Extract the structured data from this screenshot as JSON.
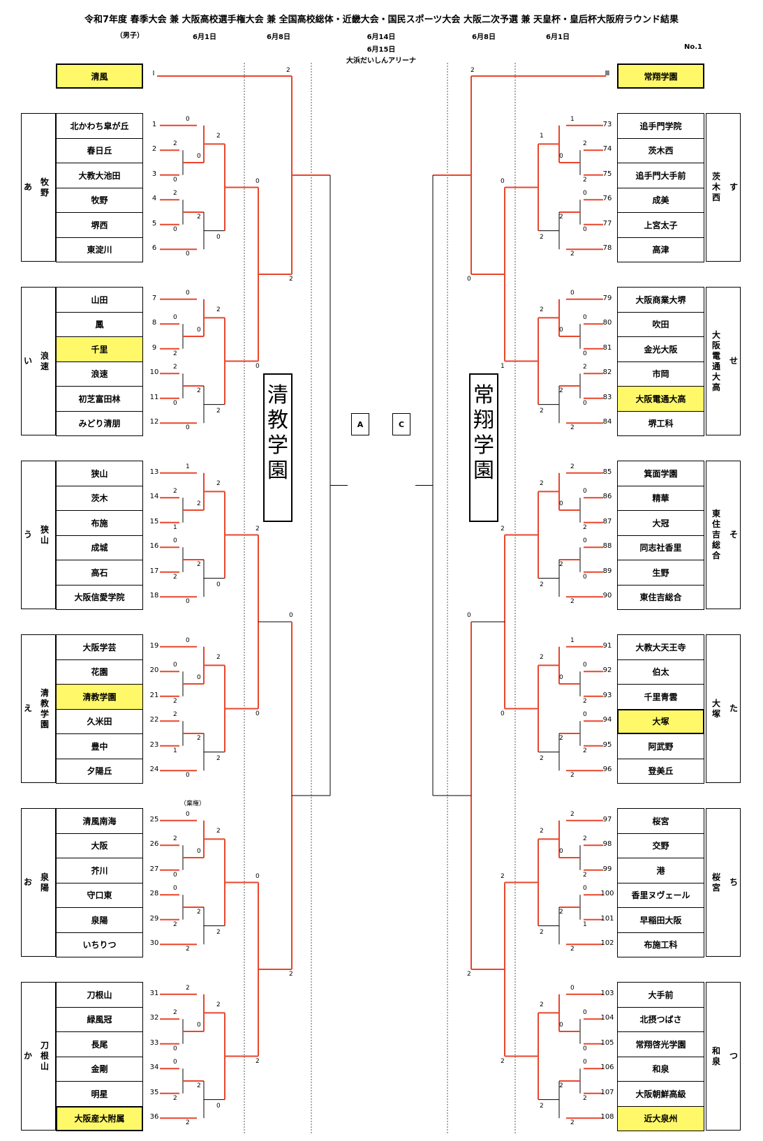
{
  "title": "令和7年度 春季大会 兼 大阪高校選手権大会 兼 全国高校総体・近畿大会・国民スポーツ大会 大阪二次予選 兼 天皇杯・皇后杯大阪府ラウンド結果",
  "division": "（男子）",
  "page_no": "No.1",
  "dates": {
    "left_r1": "6月1日",
    "left_r2": "6月8日",
    "center1": "6月14日",
    "center2": "6月15日",
    "venue": "大浜だいしんアリーナ",
    "right_r2": "6月8日",
    "right_r1": "6月1日"
  },
  "seed_left": {
    "name": "清風",
    "mark": "Ⅰ",
    "final_score": "2"
  },
  "seed_right": {
    "name": "常翔学園",
    "mark": "Ⅲ",
    "final_score": "2"
  },
  "block_winner_left": "清教学園",
  "block_winner_right": "常翔学園",
  "center_boxes": [
    "A",
    "C"
  ],
  "left_groups": [
    {
      "kana": "あ",
      "name": "牧野",
      "teams": [
        {
          "no": "1",
          "name": "北かわち皐が丘"
        },
        {
          "no": "2",
          "name": "春日丘"
        },
        {
          "no": "3",
          "name": "大教大池田"
        },
        {
          "no": "4",
          "name": "牧野"
        },
        {
          "no": "5",
          "name": "堺西"
        },
        {
          "no": "6",
          "name": "東淀川"
        }
      ]
    },
    {
      "kana": "い",
      "name": "浪速",
      "teams": [
        {
          "no": "7",
          "name": "山田"
        },
        {
          "no": "8",
          "name": "鳳"
        },
        {
          "no": "9",
          "name": "千里",
          "hl": true
        },
        {
          "no": "10",
          "name": "浪速"
        },
        {
          "no": "11",
          "name": "初芝富田林"
        },
        {
          "no": "12",
          "name": "みどり清朋"
        }
      ]
    },
    {
      "kana": "う",
      "name": "狭山",
      "teams": [
        {
          "no": "13",
          "name": "狭山"
        },
        {
          "no": "14",
          "name": "茨木"
        },
        {
          "no": "15",
          "name": "布施"
        },
        {
          "no": "16",
          "name": "成城"
        },
        {
          "no": "17",
          "name": "高石"
        },
        {
          "no": "18",
          "name": "大阪信愛学院"
        }
      ]
    },
    {
      "kana": "え",
      "name": "清教学園",
      "teams": [
        {
          "no": "19",
          "name": "大阪学芸"
        },
        {
          "no": "20",
          "name": "花園"
        },
        {
          "no": "21",
          "name": "清教学園",
          "hl": true
        },
        {
          "no": "22",
          "name": "久米田"
        },
        {
          "no": "23",
          "name": "豊中"
        },
        {
          "no": "24",
          "name": "夕陽丘"
        }
      ]
    },
    {
      "kana": "お",
      "name": "泉陽",
      "teams": [
        {
          "no": "25",
          "name": "清風南海"
        },
        {
          "no": "26",
          "name": "大阪"
        },
        {
          "no": "27",
          "name": "芥川"
        },
        {
          "no": "28",
          "name": "守口東"
        },
        {
          "no": "29",
          "name": "泉陽"
        },
        {
          "no": "30",
          "name": "いちりつ"
        }
      ]
    },
    {
      "kana": "か",
      "name": "刀根山",
      "teams": [
        {
          "no": "31",
          "name": "刀根山"
        },
        {
          "no": "32",
          "name": "緑風冠"
        },
        {
          "no": "33",
          "name": "長尾"
        },
        {
          "no": "34",
          "name": "金剛"
        },
        {
          "no": "35",
          "name": "明星"
        },
        {
          "no": "36",
          "name": "大阪産大附属",
          "hl": true,
          "bold": true
        }
      ]
    }
  ],
  "right_groups": [
    {
      "kana": "す",
      "name": "茨木西",
      "teams": [
        {
          "no": "73",
          "name": "追手門学院"
        },
        {
          "no": "74",
          "name": "茨木西"
        },
        {
          "no": "75",
          "name": "追手門大手前"
        },
        {
          "no": "76",
          "name": "成美"
        },
        {
          "no": "77",
          "name": "上宮太子"
        },
        {
          "no": "78",
          "name": "高津"
        }
      ]
    },
    {
      "kana": "せ",
      "name": "大阪電通大高",
      "teams": [
        {
          "no": "79",
          "name": "大阪商業大堺"
        },
        {
          "no": "80",
          "name": "吹田"
        },
        {
          "no": "81",
          "name": "金光大阪"
        },
        {
          "no": "82",
          "name": "市岡"
        },
        {
          "no": "83",
          "name": "大阪電通大高",
          "hl": true
        },
        {
          "no": "84",
          "name": "堺工科"
        }
      ]
    },
    {
      "kana": "そ",
      "name": "東住吉総合",
      "teams": [
        {
          "no": "85",
          "name": "箕面学園"
        },
        {
          "no": "86",
          "name": "精華"
        },
        {
          "no": "87",
          "name": "大冠"
        },
        {
          "no": "88",
          "name": "同志社香里"
        },
        {
          "no": "89",
          "name": "生野"
        },
        {
          "no": "90",
          "name": "東住吉総合"
        }
      ]
    },
    {
      "kana": "た",
      "name": "大塚",
      "teams": [
        {
          "no": "91",
          "name": "大教大天王寺"
        },
        {
          "no": "92",
          "name": "伯太"
        },
        {
          "no": "93",
          "name": "千里青雲"
        },
        {
          "no": "94",
          "name": "大塚",
          "hl": true,
          "bold": true
        },
        {
          "no": "95",
          "name": "阿武野"
        },
        {
          "no": "96",
          "name": "登美丘"
        }
      ]
    },
    {
      "kana": "ち",
      "name": "桜宮",
      "teams": [
        {
          "no": "97",
          "name": "桜宮"
        },
        {
          "no": "98",
          "name": "交野"
        },
        {
          "no": "99",
          "name": "港"
        },
        {
          "no": "100",
          "name": "香里ヌヴェール"
        },
        {
          "no": "101",
          "name": "早稲田大阪"
        },
        {
          "no": "102",
          "name": "布施工科"
        }
      ]
    },
    {
      "kana": "つ",
      "name": "和泉",
      "teams": [
        {
          "no": "103",
          "name": "大手前"
        },
        {
          "no": "104",
          "name": "北摂つばさ"
        },
        {
          "no": "105",
          "name": "常翔啓光学園"
        },
        {
          "no": "106",
          "name": "和泉"
        },
        {
          "no": "107",
          "name": "大阪朝鮮高級"
        },
        {
          "no": "108",
          "name": "近大泉州",
          "hl": true
        }
      ]
    }
  ],
  "forfeit_note": "（棄権）",
  "group_scores_left": [
    [
      "0",
      "2",
      "0",
      "2",
      "0",
      "0",
      "0",
      "2",
      "2",
      "0",
      "2",
      "0",
      "2"
    ],
    [
      "0",
      "0",
      "2",
      "2",
      "0",
      "0",
      "0",
      "2",
      "2",
      "2",
      "0",
      "2",
      "0"
    ],
    [
      "1",
      "2",
      "1",
      "0",
      "2",
      "0",
      "2",
      "2",
      "2",
      "0",
      "1",
      "0",
      "0"
    ],
    [
      "0",
      "0",
      "2",
      "2",
      "1",
      "0",
      "0",
      "2",
      "2",
      "2",
      "0",
      "2",
      "0"
    ],
    [
      "0",
      "2",
      "0",
      "0",
      "2",
      "2",
      "0",
      "2",
      "2",
      "2",
      "0",
      "2",
      "0"
    ],
    [
      "2",
      "2",
      "0",
      "0",
      "2",
      "2",
      "0",
      "2",
      "2",
      "0",
      "0",
      "0",
      "2"
    ]
  ],
  "group_scores_right": [
    [
      "1",
      "2",
      "2",
      "0",
      "0",
      "2",
      "0",
      "2",
      "1",
      "2",
      "0",
      "2",
      "0"
    ],
    [
      "0",
      "0",
      "0",
      "2",
      "0",
      "2",
      "0",
      "2",
      "2",
      "2",
      "0",
      "2",
      "0"
    ],
    [
      "2",
      "0",
      "2",
      "0",
      "0",
      "2",
      "0",
      "2",
      "2",
      "2",
      "0",
      "2",
      "0"
    ],
    [
      "1",
      "0",
      "2",
      "0",
      "2",
      "2",
      "0",
      "2",
      "2",
      "2",
      "0",
      "2",
      "2"
    ],
    [
      "2",
      "2",
      "2",
      "0",
      "1",
      "2",
      "0",
      "2",
      "2",
      "2",
      "0",
      "1",
      "0"
    ],
    [
      "0",
      "0",
      "0",
      "0",
      "2",
      "2",
      "0",
      "2",
      "2",
      "2",
      "0",
      "2",
      "0"
    ]
  ],
  "cross_scores_left": [
    "0",
    "0",
    "2",
    "0",
    "0",
    "2",
    "0",
    "2",
    "2",
    "2"
  ],
  "cross_scores_right": [
    "0",
    "1",
    "2",
    "0",
    "2",
    "2",
    "0",
    "2",
    "0",
    "2"
  ]
}
